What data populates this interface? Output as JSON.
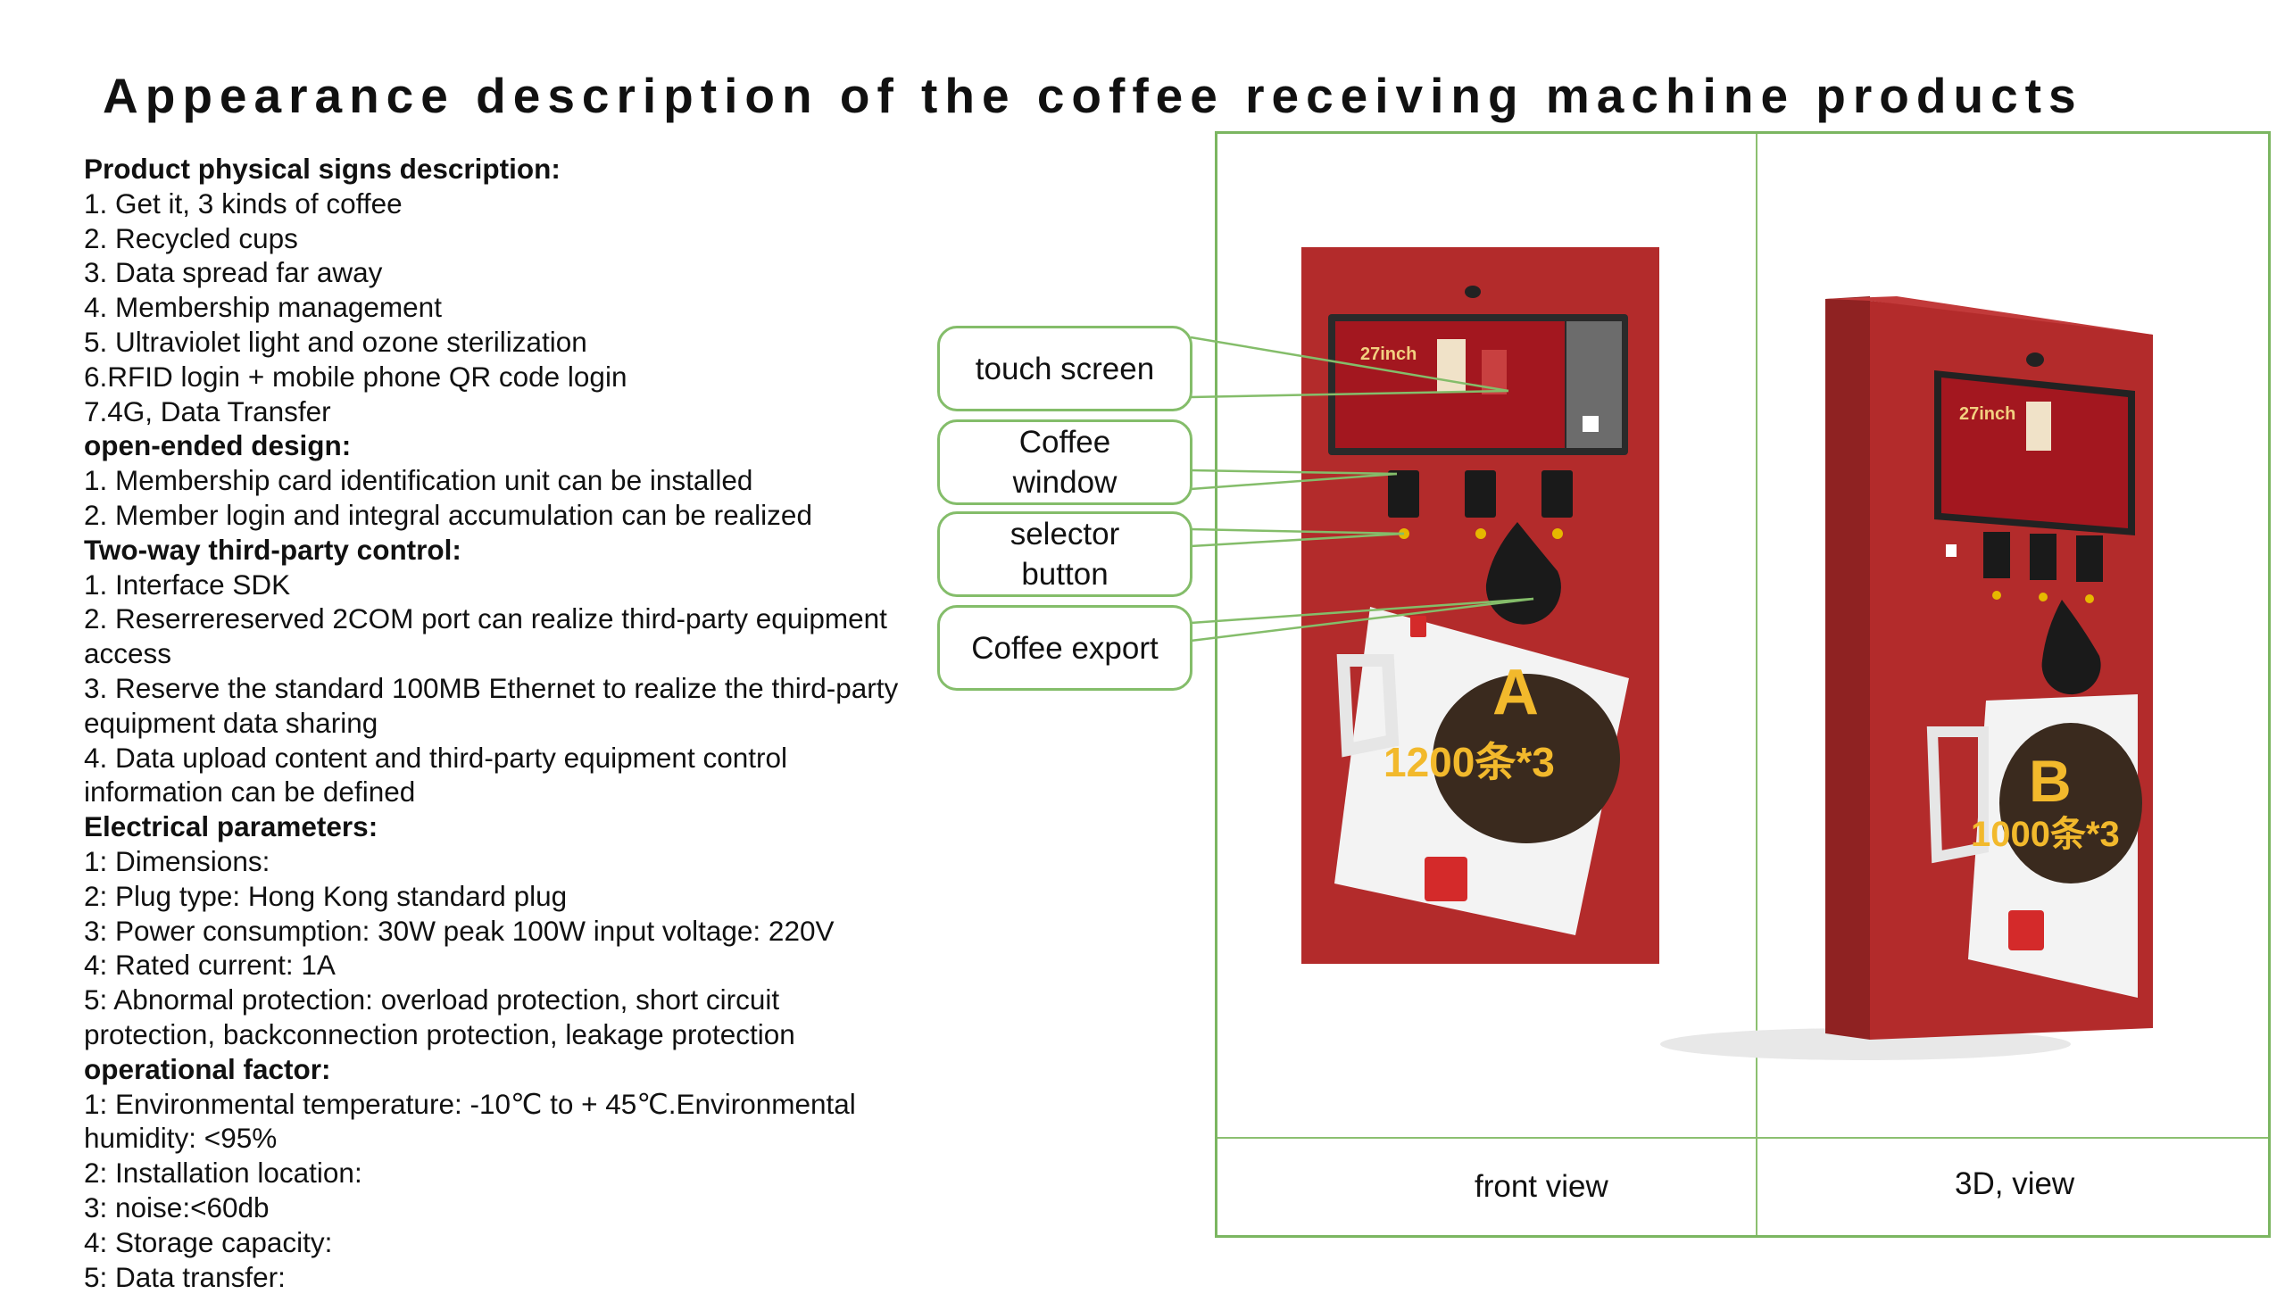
{
  "title": "Appearance description of the coffee receiving machine products",
  "spec_lines": [
    {
      "text": "Product physical signs description:",
      "bold": true
    },
    {
      "text": "1. Get it, 3 kinds of coffee",
      "bold": false
    },
    {
      "text": "2. Recycled cups",
      "bold": false
    },
    {
      "text": "3. Data spread far away",
      "bold": false
    },
    {
      "text": "4. Membership management",
      "bold": false
    },
    {
      "text": "5. Ultraviolet light and ozone sterilization",
      "bold": false
    },
    {
      "text": "6.RFID login + mobile phone QR code login",
      "bold": false
    },
    {
      "text": "7.4G, Data Transfer",
      "bold": false
    },
    {
      "text": "open-ended design:",
      "bold": true
    },
    {
      "text": "1. Membership card identification unit can be installed",
      "bold": false
    },
    {
      "text": "2. Member login and integral accumulation can be realized",
      "bold": false
    },
    {
      "text": "Two-way third-party control:",
      "bold": true
    },
    {
      "text": "1. Interface SDK",
      "bold": false
    },
    {
      "text": "2. Reserrereserved 2COM port can realize third-party equipment access",
      "bold": false
    },
    {
      "text": "3. Reserve the standard 100MB Ethernet to realize the third-party equipment data sharing",
      "bold": false
    },
    {
      "text": "4. Data upload content and third-party equipment control information can be defined",
      "bold": false
    },
    {
      "text": "Electrical parameters:",
      "bold": true
    },
    {
      "text": "1: Dimensions:",
      "bold": false
    },
    {
      "text": "2: Plug type: Hong Kong standard plug",
      "bold": false
    },
    {
      "text": "3: Power consumption: 30W peak 100W input voltage: 220V",
      "bold": false
    },
    {
      "text": "4: Rated current: 1A",
      "bold": false
    },
    {
      "text": "5: Abnormal protection: overload protection, short circuit protection, backconnection protection, leakage protection",
      "bold": false
    },
    {
      "text": "operational factor:",
      "bold": true
    },
    {
      "text": "1: Environmental temperature: -10℃ to + 45℃.Environmental humidity: <95%",
      "bold": false
    },
    {
      "text": "2: Installation location:",
      "bold": false
    },
    {
      "text": "3: noise:<60db",
      "bold": false
    },
    {
      "text": "4: Storage capacity:",
      "bold": false
    },
    {
      "text": "5: Data transfer:",
      "bold": false
    }
  ],
  "callouts": {
    "touch_screen": "touch screen",
    "coffee_window": "Coffee window",
    "selector_button": "selector button",
    "coffee_export": "Coffee export"
  },
  "captions": {
    "front": "front view",
    "threed": "3D, view"
  },
  "machine_front": {
    "screen_text": "27inch",
    "panel_letter": "A",
    "panel_text": "1200条*3"
  },
  "machine_3d": {
    "screen_text": "27inch",
    "panel_letter": "B",
    "panel_text": "1000条*3"
  },
  "colors": {
    "machine_red": "#b32b2b",
    "callout_border": "#84bd6a",
    "panel_border": "#7bb661",
    "knob_yellow": "#e6b800"
  }
}
